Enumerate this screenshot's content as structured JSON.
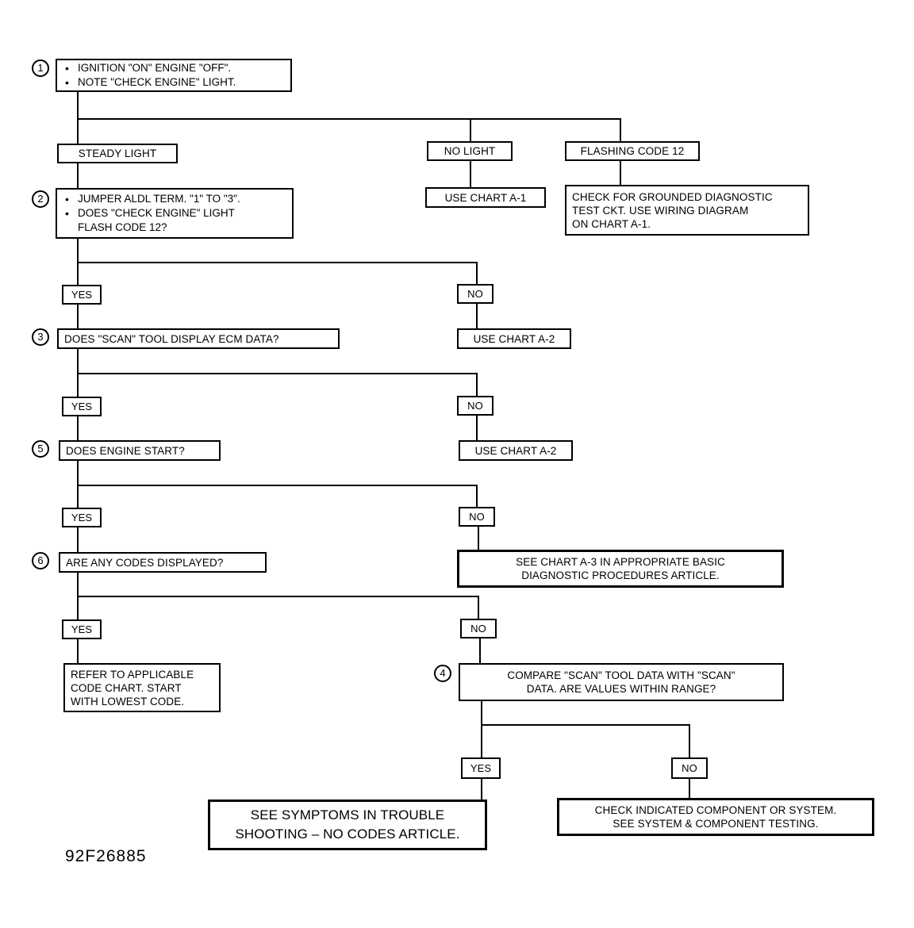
{
  "document": {
    "footer_code": "92F26885"
  },
  "steps": {
    "s1": "1",
    "s2": "2",
    "s3": "3",
    "s4": "4",
    "s5": "5",
    "s6": "6"
  },
  "nodes": {
    "start": {
      "bullets": [
        "IGNITION \"ON\" ENGINE \"OFF\".",
        "NOTE \"CHECK ENGINE\" LIGHT."
      ]
    },
    "steady_light": {
      "label": "STEADY LIGHT"
    },
    "no_light": {
      "label": "NO LIGHT"
    },
    "flashing_code_12": {
      "label": "FLASHING CODE 12"
    },
    "use_chart_a1": {
      "label": "USE CHART A-1"
    },
    "check_grounded": {
      "label": "CHECK FOR GROUNDED DIAGNOSTIC\nTEST CKT. USE WIRING DIAGRAM\nON CHART A-1."
    },
    "jumper_aldl": {
      "bullets": [
        "JUMPER ALDL TERM. \"1\" TO \"3\".",
        "DOES \"CHECK ENGINE\" LIGHT\nFLASH CODE 12?"
      ]
    },
    "scan_tool_ecm": {
      "label": "DOES \"SCAN\" TOOL DISPLAY ECM DATA?"
    },
    "use_chart_a2_top": {
      "label": "USE CHART A-2"
    },
    "does_engine_start": {
      "label": "DOES ENGINE START?"
    },
    "use_chart_a2_bottom": {
      "label": "USE CHART A-2"
    },
    "any_codes_displayed": {
      "label": "ARE ANY CODES DISPLAYED?"
    },
    "see_chart_a3": {
      "label": "SEE CHART A-3 IN APPROPRIATE BASIC\nDIAGNOSTIC PROCEDURES ARTICLE."
    },
    "refer_code_chart": {
      "label": "REFER TO APPLICABLE\nCODE CHART. START\nWITH LOWEST CODE."
    },
    "compare_scan": {
      "label": "COMPARE \"SCAN\" TOOL DATA WITH \"SCAN\"\nDATA. ARE VALUES WITHIN RANGE?"
    },
    "see_symptoms": {
      "label": "SEE SYMPTOMS IN TROUBLE\nSHOOTING – NO CODES ARTICLE."
    },
    "check_component": {
      "label": "CHECK INDICATED COMPONENT OR SYSTEM.\nSEE SYSTEM & COMPONENT TESTING."
    }
  },
  "branch_labels": {
    "yes_1": "YES",
    "no_1": "NO",
    "yes_2": "YES",
    "no_2": "NO",
    "yes_3": "YES",
    "no_3": "NO",
    "yes_4": "YES",
    "no_4": "NO",
    "yes_5": "YES",
    "no_5": "NO"
  },
  "colors": {
    "line": "#000000",
    "background": "#ffffff"
  }
}
